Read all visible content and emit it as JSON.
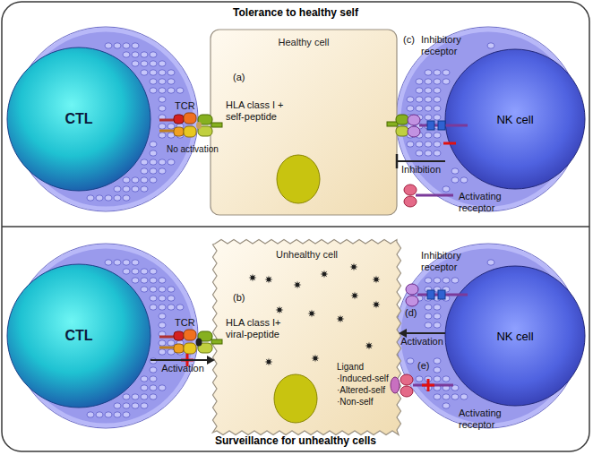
{
  "diagram": {
    "nodes": [
      {
        "text": [
          "Tolerance to healthy self"
        ]
      },
      {
        "text": [
          "CTL"
        ],
        "in": 0
      },
      {
        "text": [
          "Healthy cell"
        ],
        "in": 0
      },
      {
        "text": [
          "NK cell"
        ],
        "in": 0
      },
      {
        "text": [
          "Surveillance for unhealthy cells"
        ]
      },
      {
        "text": [
          "CTL"
        ],
        "in": 4
      },
      {
        "text": [
          "Unhealthy cell"
        ],
        "in": 4
      },
      {
        "text": [
          "NK cell"
        ],
        "in": 4
      }
    ],
    "edges": [
      {
        "from": 5,
        "to": 6,
        "arrow": "to",
        "label": "Activation"
      },
      {
        "from": 7,
        "to": 6,
        "arrow": "to",
        "label": "Activation"
      },
      {
        "from": 3,
        "to": 2,
        "arrow": "to",
        "label": "Inhibition"
      }
    ],
    "labels": [
      "(a)",
      "TCR",
      "HLA class I + self-peptide",
      "No activation",
      "(c)",
      "Inhibitory receptor",
      "Activating receptor",
      "(b)",
      "TCR",
      "HLA class I+ viral-peptide",
      "Inhibitory receptor",
      "(d)",
      "Ligand",
      "·Induced-self",
      "·Altered-self",
      "·Non-self",
      "(e)",
      "Activating receptor"
    ]
  }
}
